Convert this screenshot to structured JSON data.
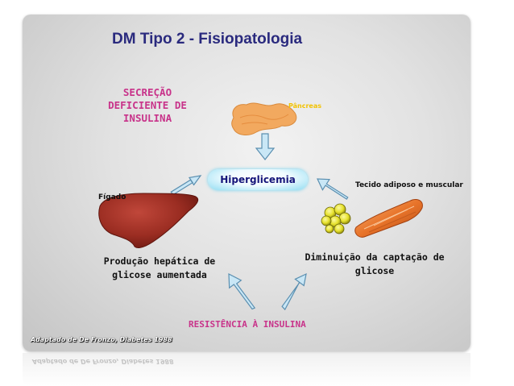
{
  "title": "DM Tipo 2 - Fisiopatologia",
  "secrecao": "SECREÇÃO DEFICIENTE DE INSULINA",
  "pancreas_label": "Pâncreas",
  "center": "Hiperglicemia",
  "figado_label": "Fígado",
  "tecido_label": "Tecido adiposo e muscular",
  "producao": "Produção hepática de glicose aumentada",
  "diminuicao": "Diminuição da captação de glicose",
  "resistencia": "RESISTÊNCIA À INSULINA",
  "citation": "Adaptado de De Fronzo, Diabetes 1988",
  "colors": {
    "title": "#2a2a7e",
    "highlight": "#c8338a",
    "arrow_fill": "#c9e7f6",
    "arrow_stroke": "#5b8fb0",
    "pancreas": "#f2a95f",
    "liver": "#9b2d22",
    "fat": "#e6e12c",
    "muscle": "#e8742a"
  }
}
